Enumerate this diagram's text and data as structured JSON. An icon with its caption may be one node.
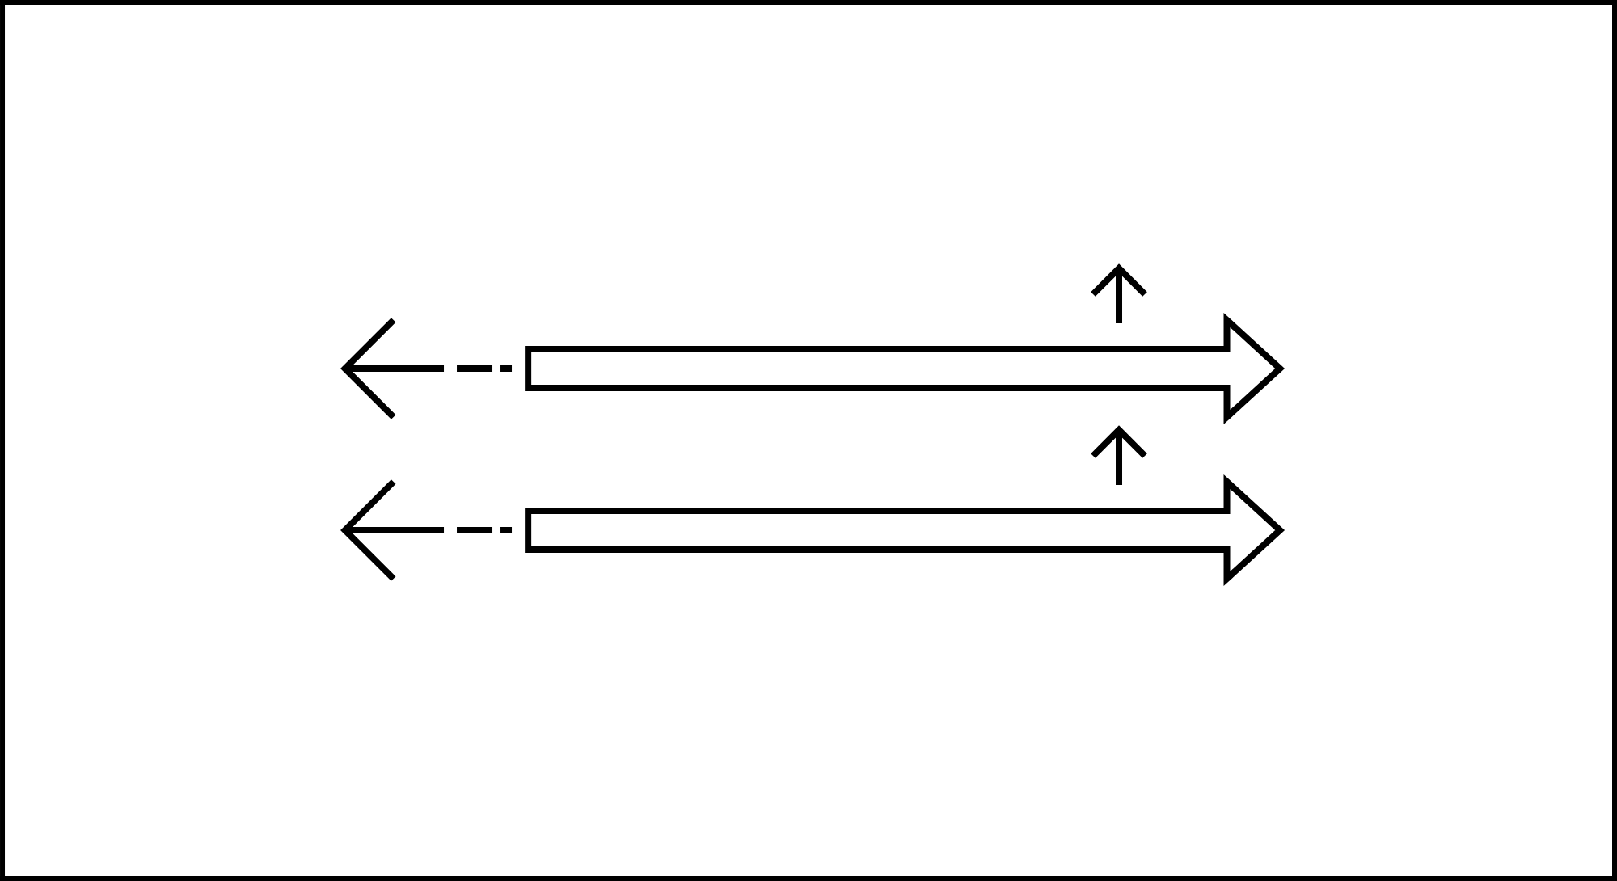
{
  "diagram": {
    "nodes": [
      {
        "text": [],
        "shape": "arrow"
      },
      {
        "text": [],
        "shape": "arrow"
      }
    ],
    "edges": [
      {
        "from": 0,
        "to": null,
        "arrow": "to",
        "style": "dashed"
      },
      {
        "from": 1,
        "to": null,
        "arrow": "to",
        "style": "dashed"
      }
    ]
  }
}
